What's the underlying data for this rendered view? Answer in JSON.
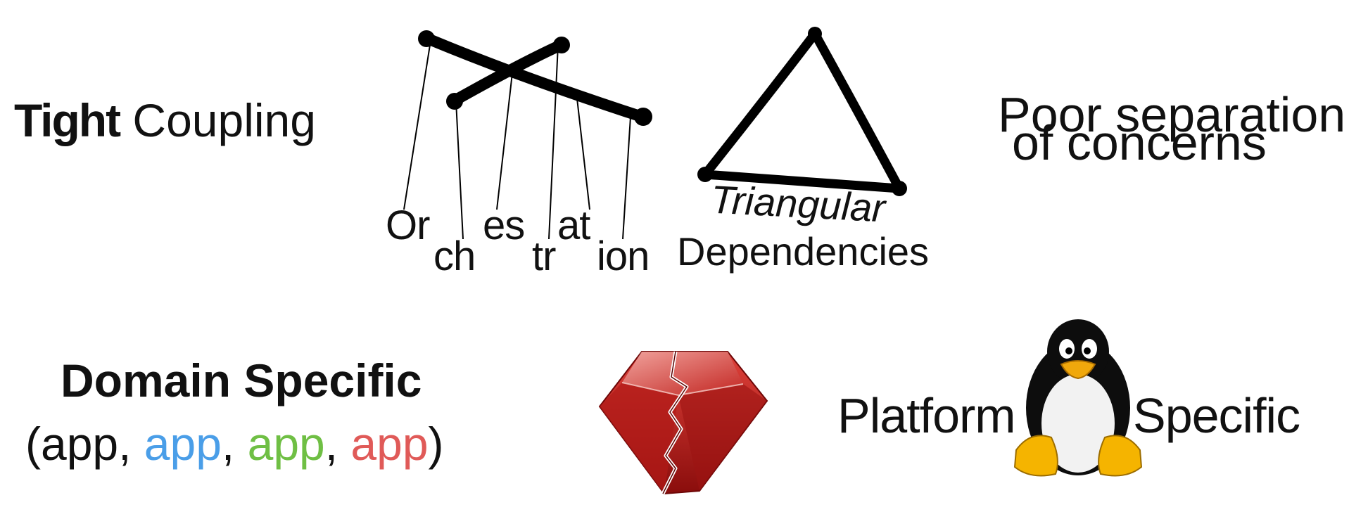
{
  "tight_coupling": {
    "bold": "Tight",
    "regular": " Coupling"
  },
  "orchestration": {
    "parts": [
      "Or",
      "ch",
      "es",
      "tr",
      "at",
      "ion"
    ]
  },
  "triangular": {
    "line1": "Triangular",
    "line2": "Dependencies"
  },
  "poor_separation": {
    "line1": "Poor separation",
    "line2": "of concerns"
  },
  "domain_specific": {
    "title": "Domain Specific",
    "open": "(",
    "apps": [
      {
        "text": "app",
        "color": "#111111"
      },
      {
        "text": "app",
        "color": "#4a9ee8"
      },
      {
        "text": "app",
        "color": "#6fbf44"
      },
      {
        "text": "app",
        "color": "#e05a58"
      }
    ],
    "separator": ", ",
    "close": ")"
  },
  "platform_specific": {
    "left": "Platform",
    "right": "Specific"
  },
  "icons": [
    "marionette-cross-icon",
    "hand-drawn-triangle-icon",
    "broken-ruby-icon",
    "tux-penguin-icon"
  ]
}
